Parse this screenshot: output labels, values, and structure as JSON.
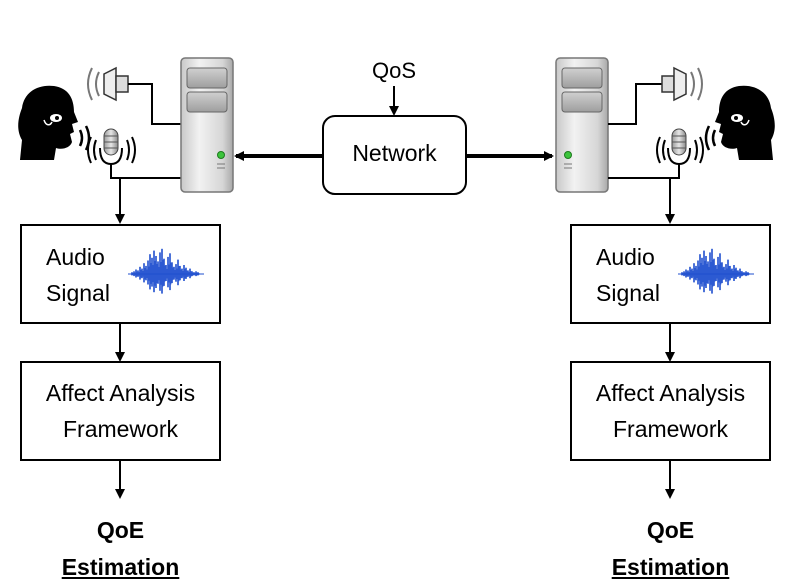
{
  "qos_label": "QoS",
  "network_label": "Network",
  "left": {
    "audio_line1": "Audio",
    "audio_line2": "Signal",
    "affect_line1": "Affect Analysis",
    "affect_line2": "Framework",
    "qoe_line1": "QoE",
    "qoe_line2": "Estimation"
  },
  "right": {
    "audio_line1": "Audio",
    "audio_line2": "Signal",
    "affect_line1": "Affect Analysis",
    "affect_line2": "Framework",
    "qoe_line1": "QoE",
    "qoe_line2": "Estimation"
  },
  "colors": {
    "line": "#000000",
    "waveform": "#1f4fcf",
    "server_light": "#e6e6e6",
    "server_dark": "#9a9a9a",
    "led": "#3cc43c"
  },
  "icons": [
    "speaking-head-icon",
    "microphone-icon",
    "speaker-icon",
    "server-icon",
    "waveform-icon"
  ]
}
